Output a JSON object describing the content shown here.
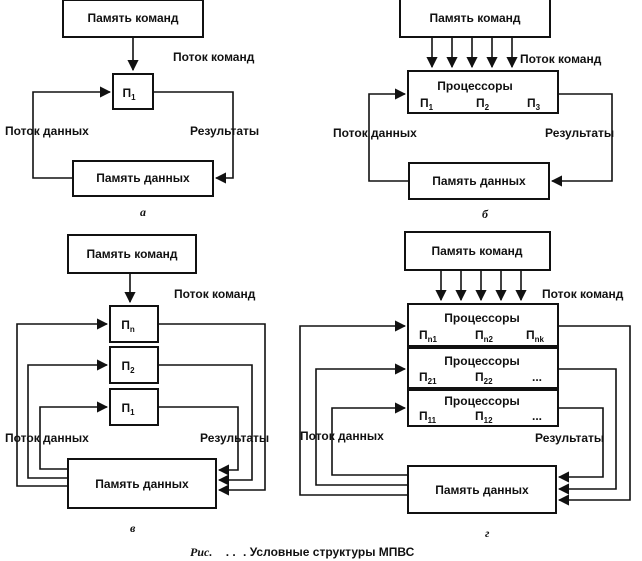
{
  "labels": {
    "instr_mem": "Память команд",
    "data_mem": "Память данных",
    "instr_stream": "Поток команд",
    "data_stream": "Поток данных",
    "results": "Результаты",
    "processors": "Процессоры",
    "p": "П",
    "dots": "..."
  },
  "subscripts": {
    "a_p": "1",
    "b_p1": "1",
    "b_p2": "2",
    "b_p3": "3",
    "c_pn": "n",
    "c_p2": "2",
    "c_p1": "1",
    "d_n1": "n1",
    "d_n2": "n2",
    "d_nk": "nk",
    "d_21": "21",
    "d_22": "22",
    "d_11": "11",
    "d_12": "12"
  },
  "panels": {
    "a": "а",
    "b": "б",
    "c": "в",
    "d": "г"
  },
  "caption": {
    "prefix": "Рис.",
    "dots": ". .",
    "text": ". Условные структуры МПВС"
  }
}
